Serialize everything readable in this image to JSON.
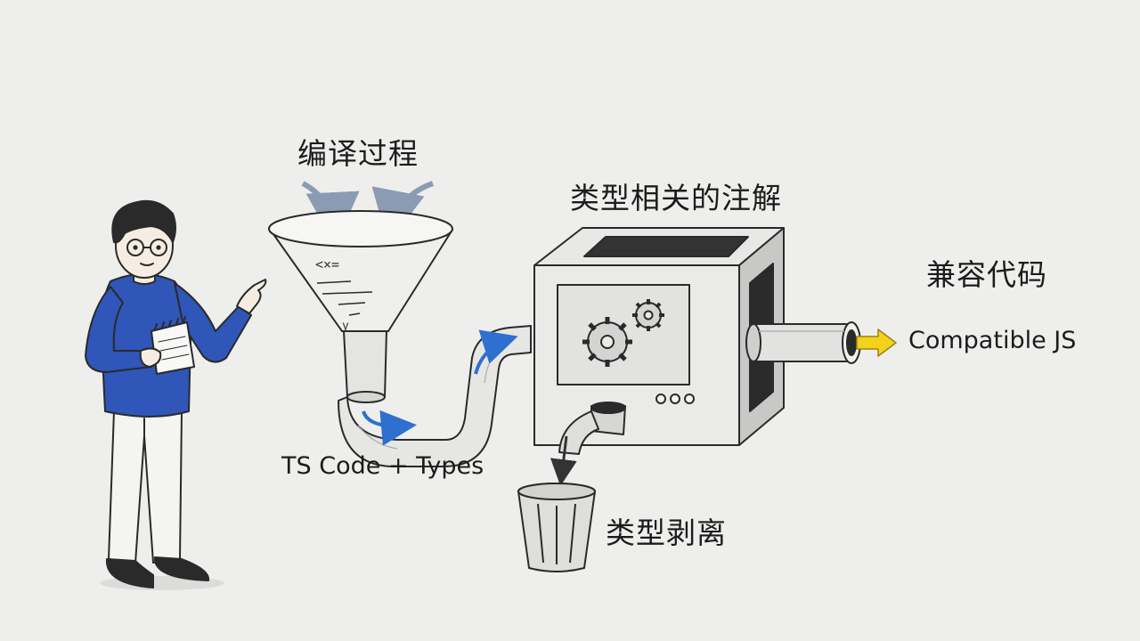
{
  "labels": {
    "compile_process": "编译过程",
    "type_annotations": "类型相关的注解",
    "compatible_code": "兼容代码",
    "compatible_js": "Compatible JS",
    "ts_code_types": "TS Code + Types",
    "type_erasure": "类型剥离"
  },
  "funnel_code_glyphs": [
    "<×=",
    "y"
  ],
  "colors": {
    "background": "#eeeeec",
    "ink": "#2a2a2a",
    "sweater_blue": "#2f56b8",
    "flow_arrow_blue": "#2f6fd0",
    "output_arrow_yellow": "#f2d21b"
  },
  "icons": [
    "person-with-notepad",
    "funnel",
    "curved-pipe",
    "machine-box",
    "gear",
    "output-pipe",
    "trash-can",
    "arrow"
  ]
}
